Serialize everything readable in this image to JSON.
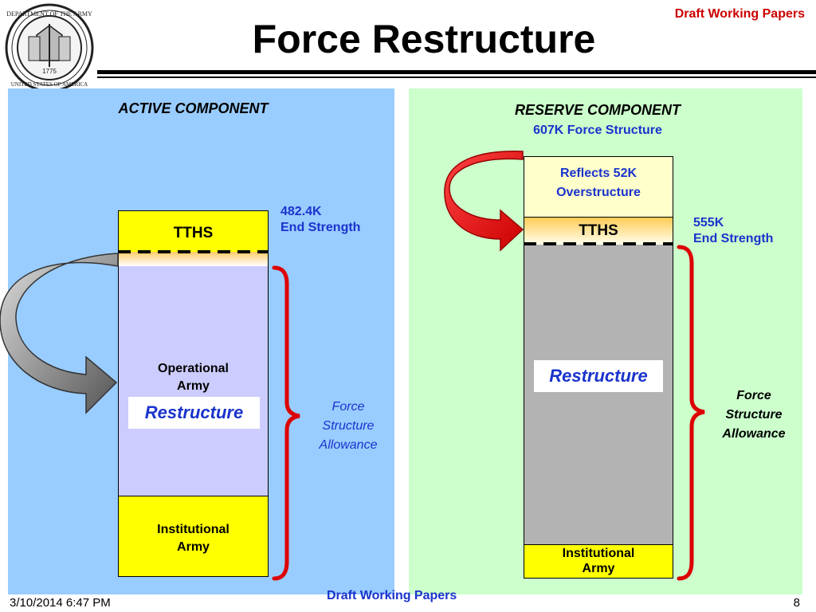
{
  "header": {
    "title": "Force Restructure",
    "draft_label": "Draft Working Papers"
  },
  "seal": {
    "text": "DEPARTMENT OF THE ARMY · UNITED STATES OF AMERICA",
    "year": "1775"
  },
  "active": {
    "heading": "ACTIVE COMPONENT",
    "end_strength_value": "482.4K",
    "end_strength_label": "End Strength",
    "tths": "TTHS",
    "operational_line1": "Operational",
    "operational_line2": "Army",
    "restructure": "Restructure",
    "institutional_line1": "Institutional",
    "institutional_line2": "Army",
    "fsa_line1": "Force",
    "fsa_line2": "Structure",
    "fsa_line3": "Allowance"
  },
  "reserve": {
    "heading": "RESERVE COMPONENT",
    "force_structure": "607K Force Structure",
    "overstructure_line1": "Reflects 52K",
    "overstructure_line2": "Overstructure",
    "tths": "TTHS",
    "end_strength_value": "555K",
    "end_strength_label": "End Strength",
    "restructure": "Restructure",
    "institutional_line1": "Institutional",
    "institutional_line2": "Army",
    "fsa_line1": "Force",
    "fsa_line2": "Structure",
    "fsa_line3": "Allowance"
  },
  "footer": {
    "date": "3/10/2014 6:47 PM",
    "draft_label": "Draft Working Papers",
    "page": "8"
  },
  "colors": {
    "active_panel": "#99ccff",
    "reserve_panel": "#ccffcc",
    "tths_yellow": "#ffff00",
    "operational": "#ccccff",
    "reserve_grey": "#b3b3b3",
    "overstructure": "#ffffcc",
    "brace_red": "#dd0000",
    "label_blue": "#1a33cc"
  }
}
